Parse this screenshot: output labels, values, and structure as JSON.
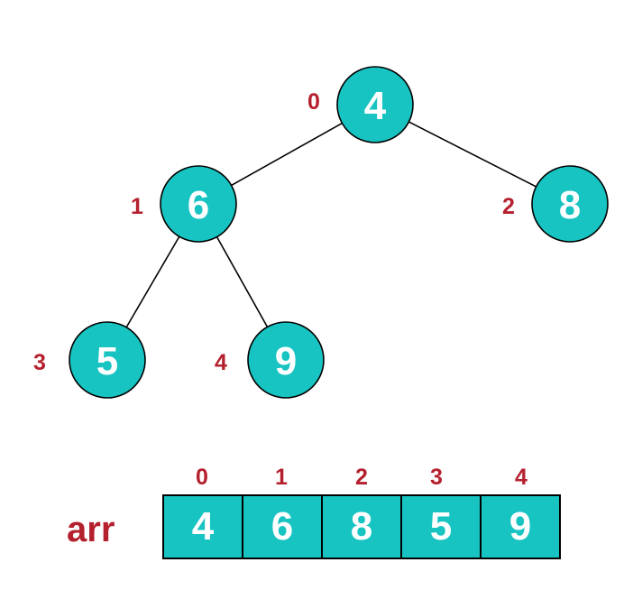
{
  "colors": {
    "node_fill": "#17c4c2",
    "index_label": "#b5202e",
    "value_text": "#ffffff",
    "stroke": "#000000"
  },
  "tree": {
    "nodes": [
      {
        "index": "0",
        "value": "4"
      },
      {
        "index": "1",
        "value": "6"
      },
      {
        "index": "2",
        "value": "8"
      },
      {
        "index": "3",
        "value": "5"
      },
      {
        "index": "4",
        "value": "9"
      }
    ],
    "edges": [
      [
        "0",
        "1"
      ],
      [
        "0",
        "2"
      ],
      [
        "1",
        "3"
      ],
      [
        "1",
        "4"
      ]
    ]
  },
  "array": {
    "label": "arr",
    "indices": [
      "0",
      "1",
      "2",
      "3",
      "4"
    ],
    "values": [
      "4",
      "6",
      "8",
      "5",
      "9"
    ]
  }
}
